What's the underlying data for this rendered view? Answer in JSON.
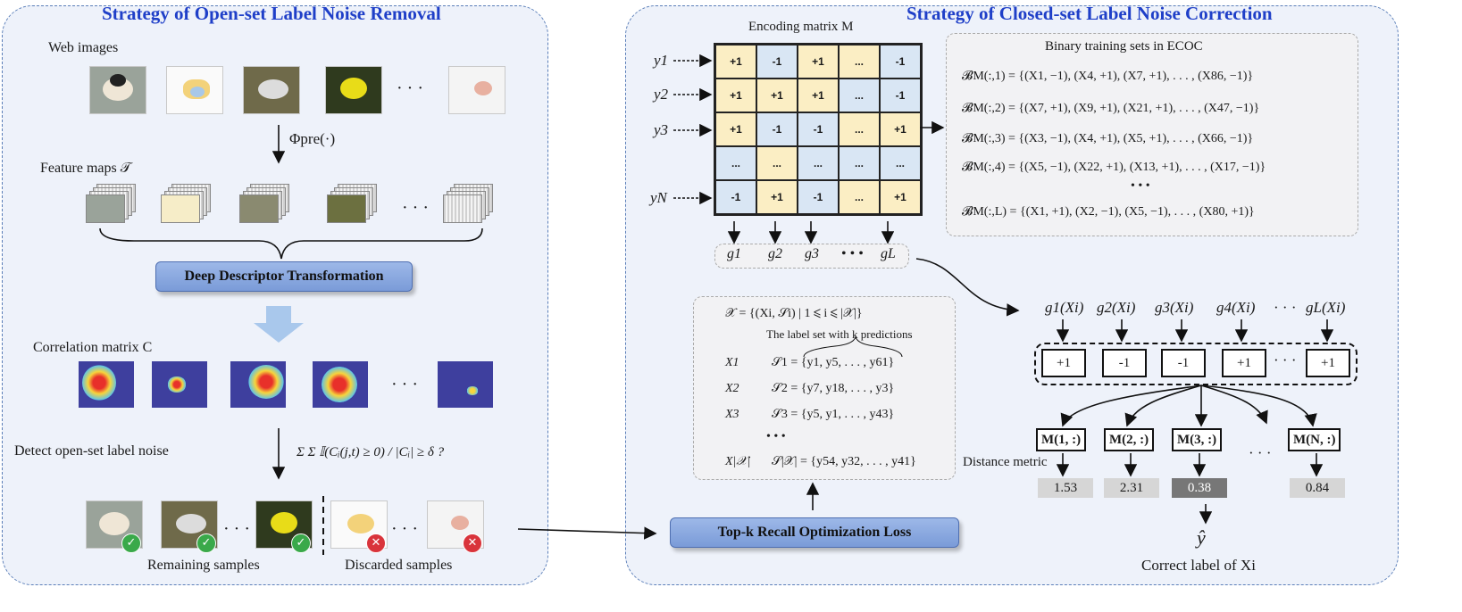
{
  "left_panel": {
    "title": "Strategy of Open-set Label Noise Removal",
    "web_images_label": "Web images",
    "phi_label": "Φpre(·)",
    "feature_maps_label": "Feature maps 𝒯",
    "ddt_button": "Deep Descriptor Transformation",
    "correlation_label": "Correlation matrix C",
    "detect_label": "Detect open-set label noise",
    "criterion": "Σ Σ 𝕀(Cᵢ(j,t) ≥ 0) / |Cᵢ| ≥ δ ?",
    "remaining_label": "Remaining samples",
    "discarded_label": "Discarded samples",
    "ellipsis": "· · ·"
  },
  "right_panel": {
    "title": "Strategy of Closed-set Label Noise Correction",
    "encoding_label": "Encoding matrix M",
    "row_labels": [
      "y1",
      "y2",
      "y3",
      "yN"
    ],
    "matrix": [
      [
        "+1",
        "-1",
        "+1",
        "...",
        "-1"
      ],
      [
        "+1",
        "+1",
        "+1",
        "...",
        "-1"
      ],
      [
        "+1",
        "-1",
        "-1",
        "...",
        "+1"
      ],
      [
        "...",
        "...",
        "...",
        "...",
        "..."
      ],
      [
        "-1",
        "+1",
        "-1",
        "...",
        "+1"
      ]
    ],
    "g_labels": [
      "g1",
      "g2",
      "g3",
      "• • •",
      "gL"
    ],
    "ecoc": {
      "title": "Binary training sets in ECOC",
      "lines": [
        "𝓑M(:,1) = {(X1, −1), (X4, +1), (X7, +1), . . . , (X86, −1)}",
        "𝓑M(:,2) = {(X7, +1), (X9, +1), (X21, +1), . . . , (X47, −1)}",
        "𝓑M(:,3) = {(X3, −1), (X4, +1), (X5, +1), . . . , (X66, −1)}",
        "𝓑M(:,4) = {(X5, −1), (X22, +1), (X13, +1), . . . , (X17, −1)}",
        "• • •",
        "𝓑M(:,L) = {(X1, +1), (X2, −1), (X5, −1), . . . , (X80, +1)}"
      ]
    },
    "label_sets": {
      "header": "𝒳 = {(Xi, 𝒮i) | 1 ⩽ i ⩽ |𝒳|}",
      "note": "The label set with k predictions",
      "rows": [
        {
          "x": "X1",
          "s": "𝒮1 = {y1, y5, . . . , y61}"
        },
        {
          "x": "X2",
          "s": "𝒮2 = {y7, y18, . . . , y3}"
        },
        {
          "x": "X3",
          "s": "𝒮3 = {y5, y1, . . . , y43}"
        },
        {
          "x": "X|𝒳|",
          "s": "𝒮|𝒳| = {y54, y32, . . . , y41}"
        }
      ],
      "dots": "• • •"
    },
    "topk_button": "Top-k Recall Optimization Loss",
    "g_functions": [
      "g1(Xi)",
      "g2(Xi)",
      "g3(Xi)",
      "g4(Xi)",
      "· · ·",
      "gL(Xi)"
    ],
    "codeword": [
      "+1",
      "-1",
      "-1",
      "+1",
      "· · ·",
      "+1"
    ],
    "m_rows": [
      "M(1, :)",
      "M(2, :)",
      "M(3, :)",
      "· · ·",
      "M(N, :)"
    ],
    "distance_label": "Distance metric",
    "distances": [
      "1.53",
      "2.31",
      "0.38",
      "0.84"
    ],
    "y_hat": "ŷ",
    "correct_label": "Correct label of Xi"
  },
  "colors": {
    "title_blue": "#1f3fc8",
    "yellow_cell": "#fbeec4",
    "blue_cell": "#d9e6f4",
    "button": "#8aa9e0",
    "best_distance": "#777777"
  }
}
